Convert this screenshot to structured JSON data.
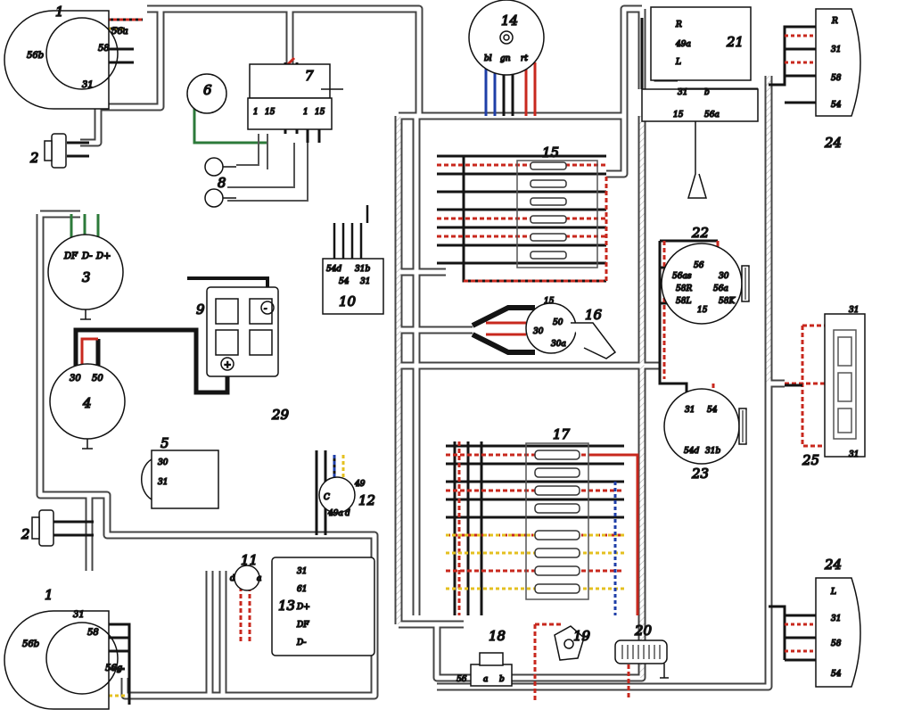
{
  "components": {
    "headlamp_left_top": {
      "number": "1",
      "terminals": [
        "56b",
        "56a",
        "58",
        "31"
      ]
    },
    "horn_top": {
      "number": "2"
    },
    "generator": {
      "number": "3",
      "terminals": [
        "DF",
        "D-",
        "D+"
      ]
    },
    "starter": {
      "number": "4",
      "terminals": [
        "30",
        "50"
      ]
    },
    "flasher_unit": {
      "number": "5",
      "terminals": [
        "30",
        "31"
      ]
    },
    "motor_6": {
      "number": "6"
    },
    "relay_7": {
      "number": "7",
      "terminals": [
        "1",
        "15",
        "1",
        "15"
      ]
    },
    "lamps_8": {
      "number": "8"
    },
    "battery": {
      "number": "9",
      "terminals": [
        "-",
        "+"
      ]
    },
    "brake_switch": {
      "number": "10",
      "terminals": [
        "54d",
        "31b",
        "54",
        "31"
      ]
    },
    "coil": {
      "number": "11",
      "terminals": [
        "a",
        "d"
      ]
    },
    "flasher_relay": {
      "number": "12",
      "terminals": [
        "49",
        "C",
        "49a",
        "d"
      ]
    },
    "regulator": {
      "number": "13",
      "terminals": [
        "31",
        "61",
        "D+",
        "DF",
        "D-"
      ]
    },
    "instrument": {
      "number": "14",
      "terminals": [
        "bl",
        "gn",
        "rt"
      ]
    },
    "fuse_box_top": {
      "number": "15"
    },
    "ignition_switch": {
      "number": "16",
      "terminals": [
        "15",
        "50",
        "30",
        "30a"
      ]
    },
    "fuse_box": {
      "number": "17"
    },
    "dimmer_switch": {
      "number": "18",
      "terminals": [
        "56",
        "a",
        "b"
      ]
    },
    "sender_19": {
      "number": "19"
    },
    "lamp_20": {
      "number": "20"
    },
    "turn_switch": {
      "number": "21",
      "terminals": [
        "R",
        "49a",
        "L",
        "31",
        "b",
        "15",
        "56a"
      ]
    },
    "light_switch": {
      "number": "22",
      "terminals": [
        "56",
        "30",
        "56as",
        "58R",
        "56a",
        "58L",
        "58K",
        "15"
      ]
    },
    "wiper_switch": {
      "number": "23",
      "terminals": [
        "31",
        "54",
        "54d",
        "31b"
      ]
    },
    "tail_lamp_top": {
      "number": "24",
      "terminals": [
        "R",
        "31",
        "58",
        "54"
      ]
    },
    "wiper_motor": {
      "number": "25",
      "terminals": [
        "31",
        "31"
      ]
    },
    "tail_lamp_bottom": {
      "number": "24",
      "terminals": [
        "L",
        "31",
        "58",
        "54"
      ]
    },
    "headlamp_left_bottom": {
      "number": "1",
      "terminals": [
        "56b",
        "31",
        "58",
        "56g"
      ]
    },
    "horn_bottom": {
      "number": "2"
    },
    "harness_29": {
      "number": "29"
    }
  },
  "colors": {
    "harness_outline": "#4a4a4a",
    "harness_fill": "#ffffff",
    "wire_black": "#141414",
    "wire_red": "#c8281e",
    "wire_blue": "#1f3fa8",
    "wire_green": "#2c7a3a",
    "wire_yellow": "#e4c020",
    "background": "#ffffff"
  }
}
